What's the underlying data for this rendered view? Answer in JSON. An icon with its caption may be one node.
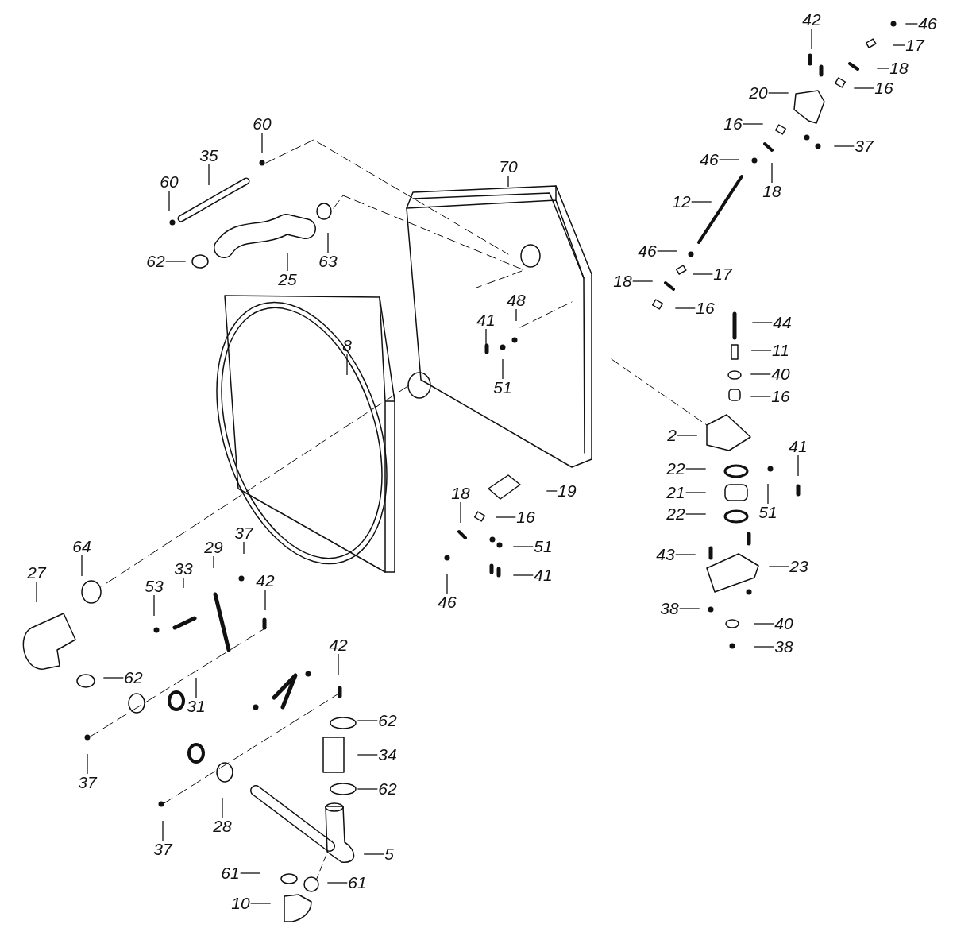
{
  "diagram": {
    "nodes": [
      {
        "text": [
          "42"
        ]
      },
      {
        "text": [
          "46"
        ]
      },
      {
        "text": [
          "17"
        ]
      },
      {
        "text": [
          "18"
        ]
      },
      {
        "text": [
          "16"
        ]
      },
      {
        "text": [
          "20"
        ]
      },
      {
        "text": [
          "16"
        ]
      },
      {
        "text": [
          "37"
        ]
      },
      {
        "text": [
          "46"
        ]
      },
      {
        "text": [
          "18"
        ]
      },
      {
        "text": [
          "12"
        ]
      },
      {
        "text": [
          "46"
        ]
      },
      {
        "text": [
          "17"
        ]
      },
      {
        "text": [
          "18"
        ]
      },
      {
        "text": [
          "16"
        ]
      },
      {
        "text": [
          "70"
        ]
      },
      {
        "text": [
          "60"
        ]
      },
      {
        "text": [
          "35"
        ]
      },
      {
        "text": [
          "60"
        ]
      },
      {
        "text": [
          "62"
        ]
      },
      {
        "text": [
          "63"
        ]
      },
      {
        "text": [
          "25"
        ]
      },
      {
        "text": [
          "48"
        ]
      },
      {
        "text": [
          "41"
        ]
      },
      {
        "text": [
          "51"
        ]
      },
      {
        "text": [
          "8"
        ]
      },
      {
        "text": [
          "44"
        ]
      },
      {
        "text": [
          "11"
        ]
      },
      {
        "text": [
          "40"
        ]
      },
      {
        "text": [
          "16"
        ]
      },
      {
        "text": [
          "2"
        ]
      },
      {
        "text": [
          "41"
        ]
      },
      {
        "text": [
          "22"
        ]
      },
      {
        "text": [
          "19"
        ]
      },
      {
        "text": [
          "21"
        ]
      },
      {
        "text": [
          "51"
        ]
      },
      {
        "text": [
          "18"
        ]
      },
      {
        "text": [
          "22"
        ]
      },
      {
        "text": [
          "16"
        ]
      },
      {
        "text": [
          "64"
        ]
      },
      {
        "text": [
          "37"
        ]
      },
      {
        "text": [
          "29"
        ]
      },
      {
        "text": [
          "51"
        ]
      },
      {
        "text": [
          "43"
        ]
      },
      {
        "text": [
          "23"
        ]
      },
      {
        "text": [
          "27"
        ]
      },
      {
        "text": [
          "33"
        ]
      },
      {
        "text": [
          "41"
        ]
      },
      {
        "text": [
          "42"
        ]
      },
      {
        "text": [
          "53"
        ]
      },
      {
        "text": [
          "46"
        ]
      },
      {
        "text": [
          "38"
        ]
      },
      {
        "text": [
          "40"
        ]
      },
      {
        "text": [
          "38"
        ]
      },
      {
        "text": [
          "42"
        ]
      },
      {
        "text": [
          "62"
        ]
      },
      {
        "text": [
          "31"
        ]
      },
      {
        "text": [
          "62"
        ]
      },
      {
        "text": [
          "34"
        ]
      },
      {
        "text": [
          "37"
        ]
      },
      {
        "text": [
          "62"
        ]
      },
      {
        "text": [
          "28"
        ]
      },
      {
        "text": [
          "5"
        ]
      },
      {
        "text": [
          "37"
        ]
      },
      {
        "text": [
          "61"
        ]
      },
      {
        "text": [
          "61"
        ]
      },
      {
        "text": [
          "10"
        ]
      }
    ],
    "edges": [
      {
        "from": 0,
        "to": null,
        "arrow": "none"
      },
      {
        "from": 1,
        "to": null,
        "arrow": "none"
      },
      {
        "from": 2,
        "to": null,
        "arrow": "none"
      },
      {
        "from": 3,
        "to": null,
        "arrow": "none"
      },
      {
        "from": 4,
        "to": null,
        "arrow": "none"
      },
      {
        "from": 5,
        "to": null,
        "arrow": "none"
      },
      {
        "from": 6,
        "to": null,
        "arrow": "none"
      },
      {
        "from": 7,
        "to": null,
        "arrow": "none"
      },
      {
        "from": 8,
        "to": null,
        "arrow": "none"
      },
      {
        "from": 9,
        "to": null,
        "arrow": "none"
      },
      {
        "from": 10,
        "to": null,
        "arrow": "none"
      },
      {
        "from": 11,
        "to": null,
        "arrow": "none"
      },
      {
        "from": 12,
        "to": null,
        "arrow": "none"
      },
      {
        "from": 13,
        "to": null,
        "arrow": "none"
      },
      {
        "from": 14,
        "to": null,
        "arrow": "none"
      },
      {
        "from": 15,
        "to": null,
        "arrow": "none"
      },
      {
        "from": 16,
        "to": null,
        "arrow": "none"
      },
      {
        "from": 17,
        "to": null,
        "arrow": "none"
      },
      {
        "from": 18,
        "to": null,
        "arrow": "none"
      },
      {
        "from": 19,
        "to": null,
        "arrow": "none"
      },
      {
        "from": 20,
        "to": null,
        "arrow": "none"
      },
      {
        "from": 21,
        "to": null,
        "arrow": "none"
      },
      {
        "from": 22,
        "to": null,
        "arrow": "none"
      },
      {
        "from": 23,
        "to": null,
        "arrow": "none"
      },
      {
        "from": 24,
        "to": null,
        "arrow": "none"
      },
      {
        "from": 25,
        "to": null,
        "arrow": "none"
      },
      {
        "from": 26,
        "to": null,
        "arrow": "none"
      },
      {
        "from": 27,
        "to": null,
        "arrow": "none"
      },
      {
        "from": 28,
        "to": null,
        "arrow": "none"
      },
      {
        "from": 29,
        "to": null,
        "arrow": "none"
      },
      {
        "from": 30,
        "to": null,
        "arrow": "none"
      },
      {
        "from": 31,
        "to": null,
        "arrow": "none"
      },
      {
        "from": 32,
        "to": null,
        "arrow": "none"
      },
      {
        "from": 33,
        "to": null,
        "arrow": "none"
      },
      {
        "from": 34,
        "to": null,
        "arrow": "none"
      },
      {
        "from": 35,
        "to": null,
        "arrow": "none"
      },
      {
        "from": 36,
        "to": null,
        "arrow": "none"
      },
      {
        "from": 37,
        "to": null,
        "arrow": "none"
      },
      {
        "from": 38,
        "to": null,
        "arrow": "none"
      },
      {
        "from": 39,
        "to": null,
        "arrow": "none"
      },
      {
        "from": 40,
        "to": null,
        "arrow": "none"
      },
      {
        "from": 41,
        "to": null,
        "arrow": "none"
      },
      {
        "from": 42,
        "to": null,
        "arrow": "none"
      },
      {
        "from": 43,
        "to": null,
        "arrow": "none"
      },
      {
        "from": 44,
        "to": null,
        "arrow": "none"
      },
      {
        "from": 45,
        "to": null,
        "arrow": "none"
      },
      {
        "from": 46,
        "to": null,
        "arrow": "none"
      },
      {
        "from": 47,
        "to": null,
        "arrow": "none"
      },
      {
        "from": 48,
        "to": null,
        "arrow": "none"
      },
      {
        "from": 49,
        "to": null,
        "arrow": "none"
      },
      {
        "from": 50,
        "to": null,
        "arrow": "none"
      },
      {
        "from": 51,
        "to": null,
        "arrow": "none"
      },
      {
        "from": 52,
        "to": null,
        "arrow": "none"
      },
      {
        "from": 53,
        "to": null,
        "arrow": "none"
      },
      {
        "from": 54,
        "to": null,
        "arrow": "none"
      },
      {
        "from": 55,
        "to": null,
        "arrow": "none"
      },
      {
        "from": 56,
        "to": null,
        "arrow": "none"
      },
      {
        "from": 57,
        "to": null,
        "arrow": "none"
      },
      {
        "from": 58,
        "to": null,
        "arrow": "none"
      },
      {
        "from": 59,
        "to": null,
        "arrow": "none"
      },
      {
        "from": 60,
        "to": null,
        "arrow": "none"
      },
      {
        "from": 61,
        "to": null,
        "arrow": "none"
      },
      {
        "from": 62,
        "to": null,
        "arrow": "none"
      },
      {
        "from": 63,
        "to": null,
        "arrow": "none"
      },
      {
        "from": 64,
        "to": null,
        "arrow": "none"
      },
      {
        "from": 65,
        "to": null,
        "arrow": "none"
      },
      {
        "from": 66,
        "to": null,
        "arrow": "none"
      }
    ]
  }
}
